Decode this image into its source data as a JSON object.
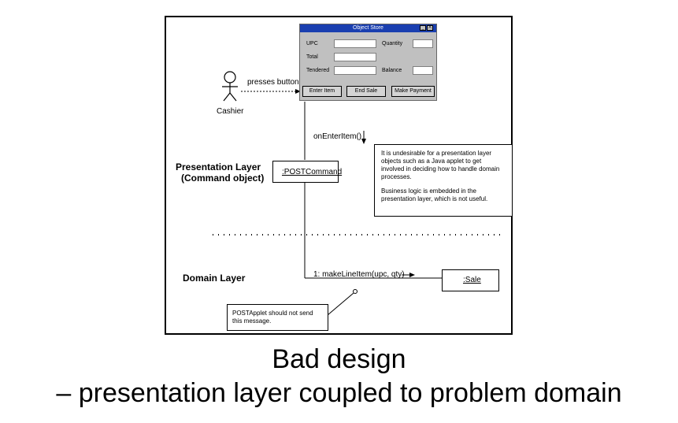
{
  "window": {
    "title": "Object Store",
    "minimize_glyph": "_",
    "close_glyph": "X",
    "fields": {
      "upc_label": "UPC",
      "quantity_label": "Quantity",
      "total_label": "Total",
      "tendered_label": "Tendered",
      "balance_label": "Balance"
    },
    "buttons": {
      "enter_item": "Enter Item",
      "end_sale": "End Sale",
      "make_payment": "Make Payment"
    }
  },
  "actor": {
    "label": "Cashier",
    "action": "presses button"
  },
  "messages": {
    "on_enter_item": "onEnterItem()",
    "make_line_item": "1: makeLineItem(upc, qty)"
  },
  "objects": {
    "post_command": ":POSTCommand",
    "sale": ":Sale"
  },
  "layers": {
    "presentation_line1": "Presentation Layer",
    "presentation_line2": "(Command object)",
    "domain": "Domain Layer"
  },
  "notes": {
    "undesirable_p1": "It is undesirable for a presentation layer objects such as a Java applet to get involved in deciding how to handle domain processes.",
    "undesirable_p2": "Business logic is embedded in the presentation layer, which is not useful.",
    "applet_note": "POSTApplet should not send this message."
  },
  "caption": {
    "line1": "Bad design",
    "line2": "– presentation layer coupled to problem domain"
  }
}
